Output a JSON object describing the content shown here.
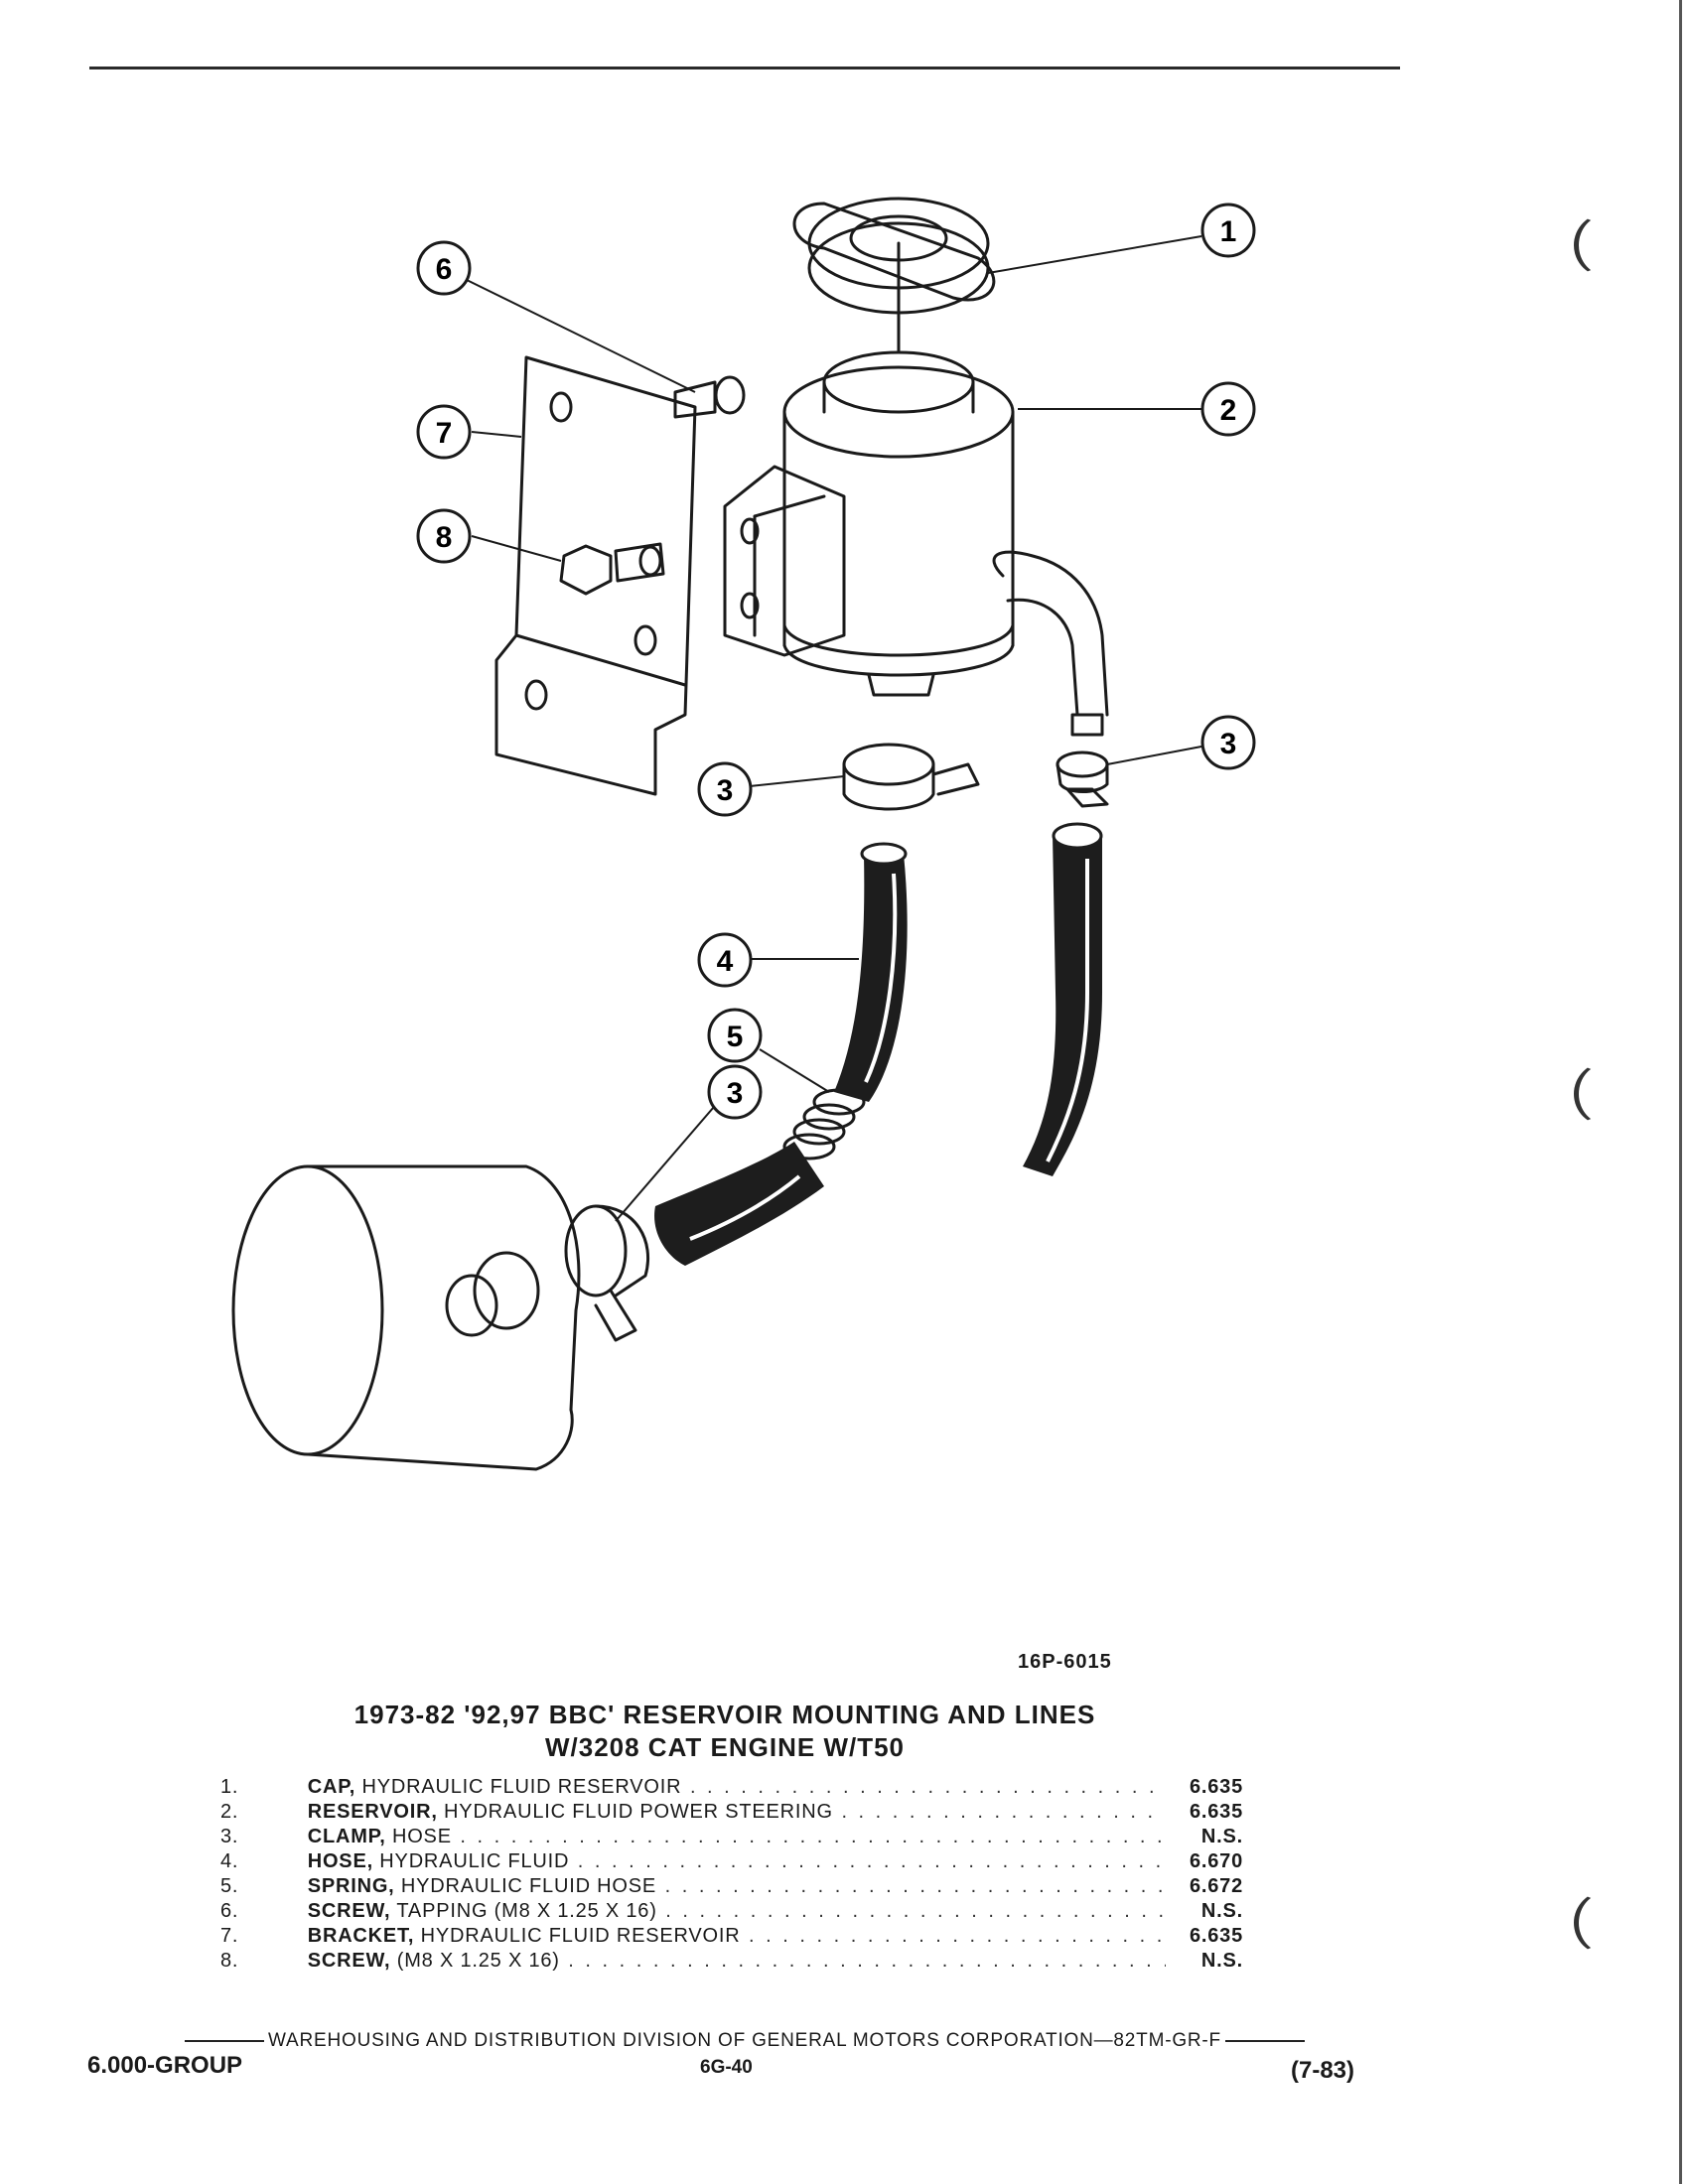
{
  "figure_code": "16P-6015",
  "title_line1": "1973-82 '92,97 BBC' RESERVOIR MOUNTING AND LINES",
  "title_line2": "W/3208 CAT ENGINE W/T50",
  "callouts": [
    "1",
    "2",
    "3",
    "3",
    "4",
    "5",
    "3",
    "6",
    "7",
    "8"
  ],
  "parts": [
    {
      "num": "1.",
      "name": "CAP,",
      "detail": " HYDRAULIC FLUID RESERVOIR",
      "ref": "6.635"
    },
    {
      "num": "2.",
      "name": "RESERVOIR,",
      "detail": " HYDRAULIC FLUID POWER STEERING",
      "ref": "6.635"
    },
    {
      "num": "3.",
      "name": "CLAMP,",
      "detail": " HOSE",
      "ref": "N.S."
    },
    {
      "num": "4.",
      "name": "HOSE,",
      "detail": " HYDRAULIC FLUID",
      "ref": "6.670"
    },
    {
      "num": "5.",
      "name": "SPRING,",
      "detail": " HYDRAULIC FLUID HOSE",
      "ref": "6.672"
    },
    {
      "num": "6.",
      "name": "SCREW,",
      "detail": " TAPPING (M8 X 1.25 X 16)",
      "ref": "N.S."
    },
    {
      "num": "7.",
      "name": "BRACKET,",
      "detail": " HYDRAULIC FLUID RESERVOIR",
      "ref": "6.635"
    },
    {
      "num": "8.",
      "name": "SCREW,",
      "detail": " (M8 X 1.25 X 16)",
      "ref": "N.S."
    }
  ],
  "footer": {
    "division": "WAREHOUSING AND DISTRIBUTION  DIVISION OF GENERAL MOTORS CORPORATION—82TM-GR-F",
    "group": "6.000-GROUP",
    "page": "6G-40",
    "date": "(7-83)"
  }
}
